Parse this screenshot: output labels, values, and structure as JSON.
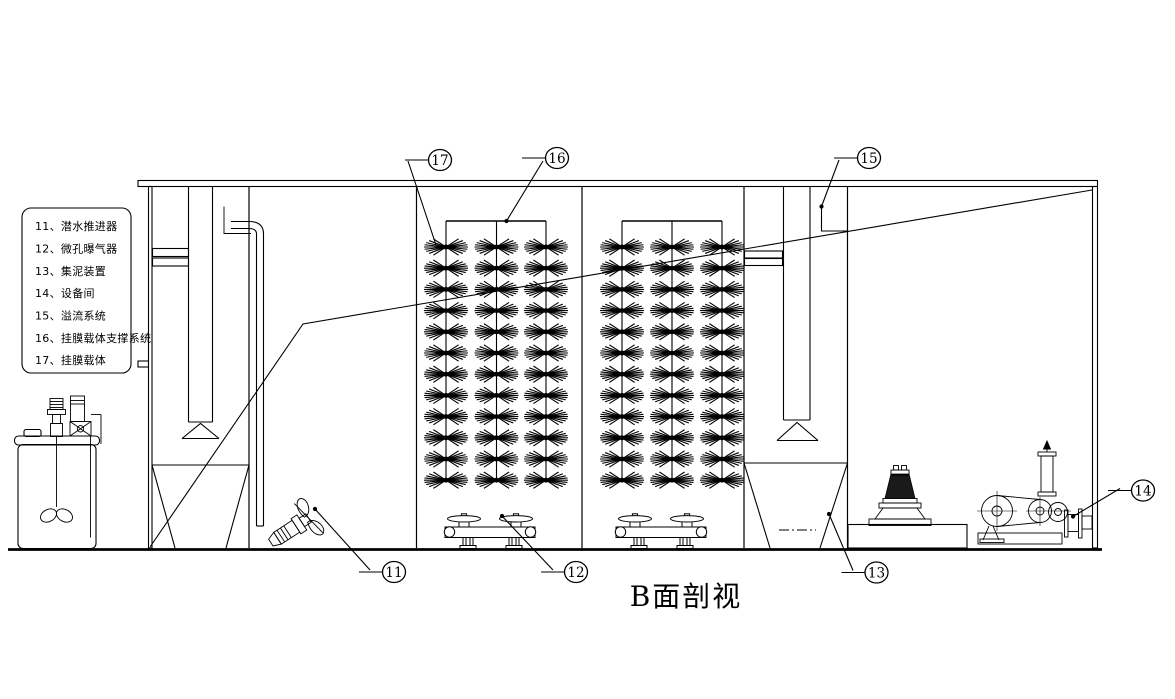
{
  "title": "B面剖视",
  "legend": {
    "items": [
      "11、潜水推进器",
      "12、微孔曝气器",
      "13、集泥装置",
      "14、设备间",
      "15、溢流系统",
      "16、挂膜载体支撑系统",
      "17、挂膜载体"
    ]
  },
  "callouts": [
    {
      "label": "11"
    },
    {
      "label": "12"
    },
    {
      "label": "13"
    },
    {
      "label": "14"
    },
    {
      "label": "15"
    },
    {
      "label": "16"
    },
    {
      "label": "17"
    }
  ],
  "colors": {
    "line": "#000000",
    "background": "#ffffff"
  }
}
